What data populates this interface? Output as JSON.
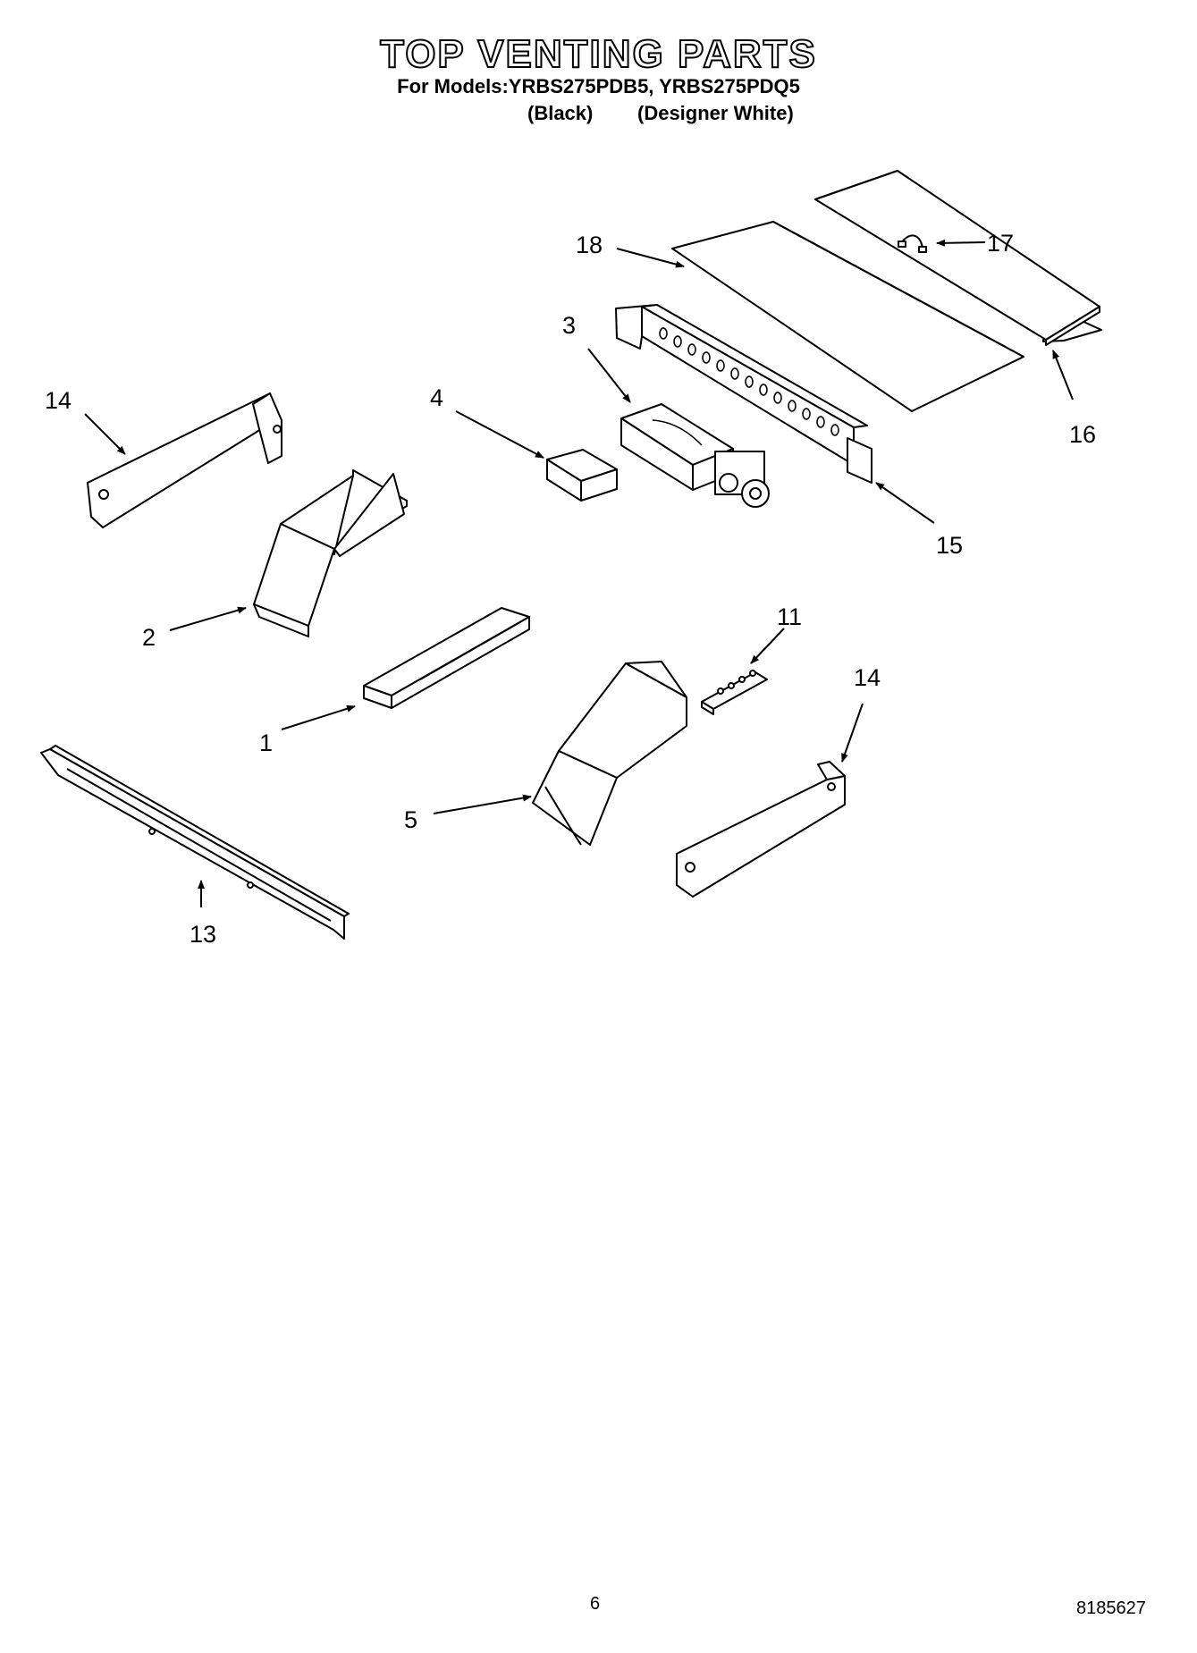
{
  "header": {
    "title": "TOP VENTING PARTS",
    "models_line": "For Models:YRBS275PDB5, YRBS275PDQ5",
    "variant_black": "(Black)",
    "variant_white": "(Designer White)"
  },
  "callouts": [
    "1",
    "2",
    "3",
    "4",
    "5",
    "11",
    "13",
    "14",
    "14",
    "15",
    "16",
    "17",
    "18"
  ],
  "footer": {
    "page_number": "6",
    "doc_number": "8185627"
  }
}
